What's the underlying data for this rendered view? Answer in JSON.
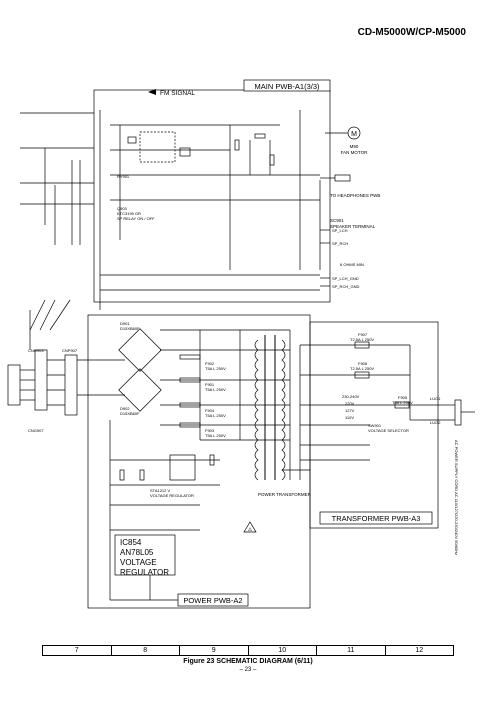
{
  "header": {
    "model": "CD-M5000W/CP-M5000"
  },
  "labels": {
    "main_pwb": "MAIN PWB-A1(3/3)",
    "power_pwb": "POWER PWB-A2",
    "transformer_pwb": "TRANSFORMER PWB-A3",
    "fm_signal": "FM SIGNAL",
    "fan_motor": "FAN MOTOR",
    "fan_motor_ref": "M90",
    "headphones": "TO HEADPHONES PWB",
    "speaker_terminal": "SPEAKER TERMINAL",
    "speaker_terminal_ref": "SC901",
    "speaker_ohms": "6 OHMS MIN.",
    "voltage_selector": "VOLTAGE SELECTOR",
    "voltage_selector_ref": "SW901",
    "power_transformer": "POWER TRANSFORMER",
    "ac_power": "AC POWER SUPPLY CORD AC 110/127/220-230/240V 50/60Hz",
    "ic_ref": "IC854",
    "ic_part": "AN78L05",
    "ic_function_1": "VOLTAGE",
    "ic_function_2": "REGULATOR",
    "regulator_part": "STA1212 V",
    "regulator_function": "VOLTAGE REGULATOR",
    "fuse_f907": "F907",
    "fuse_f907_rating": "T2.5A L 250V",
    "fuse_f906": "F906",
    "fuse_f906_rating": "T2.5A L 250V",
    "fuse_f905": "F905",
    "fuse_f905_rating": "T5A L 250V",
    "fuse_f902": "F902",
    "fuse_f902_rating": "T5A L 250V",
    "fuse_f901": "F901",
    "fuse_f901_rating": "T5A L 250V",
    "fuse_f904": "F904",
    "fuse_f904_rating": "T5A L 250V",
    "fuse_f903": "F903",
    "fuse_f903_rating": "T5A L 250V",
    "v_230_240": "230-240V",
    "v_220": "220V",
    "v_127": "127V",
    "v_110": "110V",
    "lug_1": "LUG1",
    "lug_2": "LUG2",
    "cng_a": "CNG903",
    "cng_b": "CNG907",
    "cnp_a": "CNP907",
    "diode_d901": "D901",
    "diode_d901_part": "D15XB60F",
    "diode_d902": "D902",
    "diode_d902_part": "D15XB60F",
    "relay": "RY901",
    "relay_sub": "SP RELAY ON / OFF",
    "q_ref": "Q903",
    "q_part": "KTC3199 GR",
    "sp_lines": [
      "SP_LCH",
      "SP_RCH",
      "SP_LCH_GND",
      "SP_RCH_GND"
    ],
    "caution": "⚠"
  },
  "column_numbers": [
    "7",
    "8",
    "9",
    "10",
    "11",
    "12"
  ],
  "footer": {
    "caption": "Figure 23 SCHEMATIC DIAGRAM (6/11)",
    "page": "– 23 –"
  }
}
